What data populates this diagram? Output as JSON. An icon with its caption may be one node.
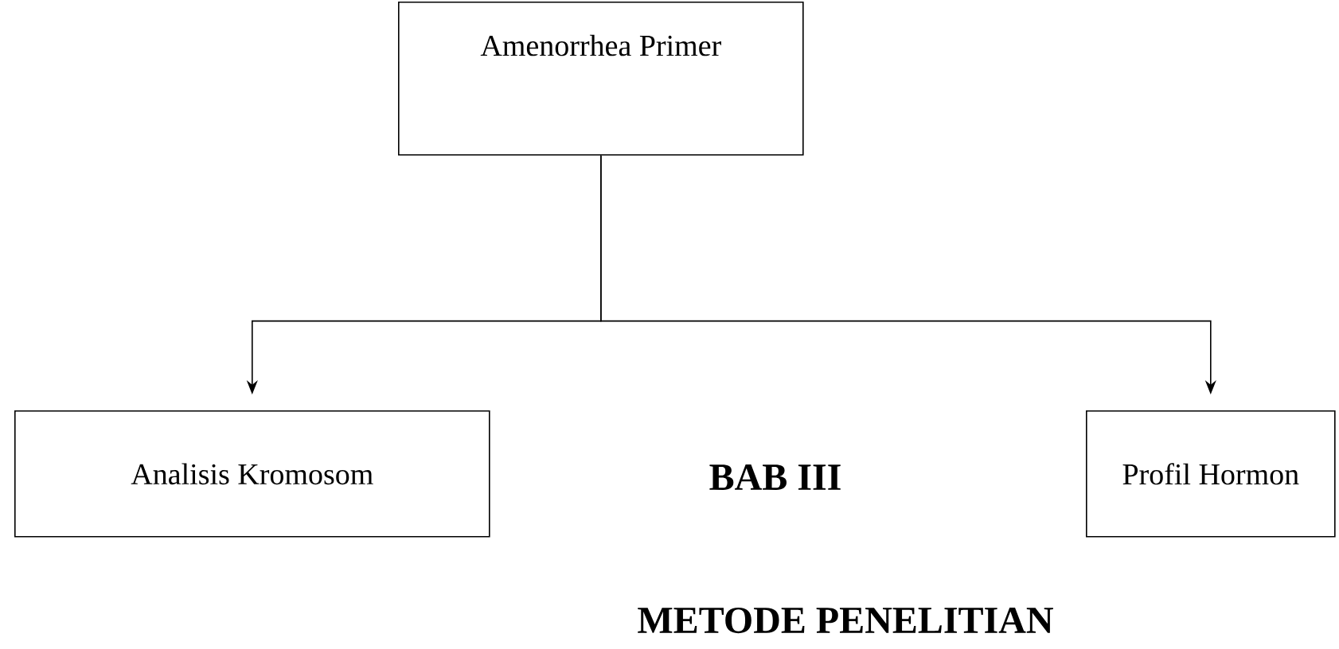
{
  "diagram": {
    "nodes": [
      {
        "text": [
          "Amenorrhea Primer"
        ]
      },
      {
        "text": [
          "Analisis Kromosom"
        ]
      },
      {
        "text": [
          "Profil Hormon"
        ]
      }
    ],
    "edges": [
      {
        "from": 0,
        "to": 1,
        "arrow": "to"
      },
      {
        "from": 0,
        "to": 2,
        "arrow": "to"
      }
    ],
    "labels": [
      "BAB III",
      "METODE PENELITIAN"
    ]
  }
}
